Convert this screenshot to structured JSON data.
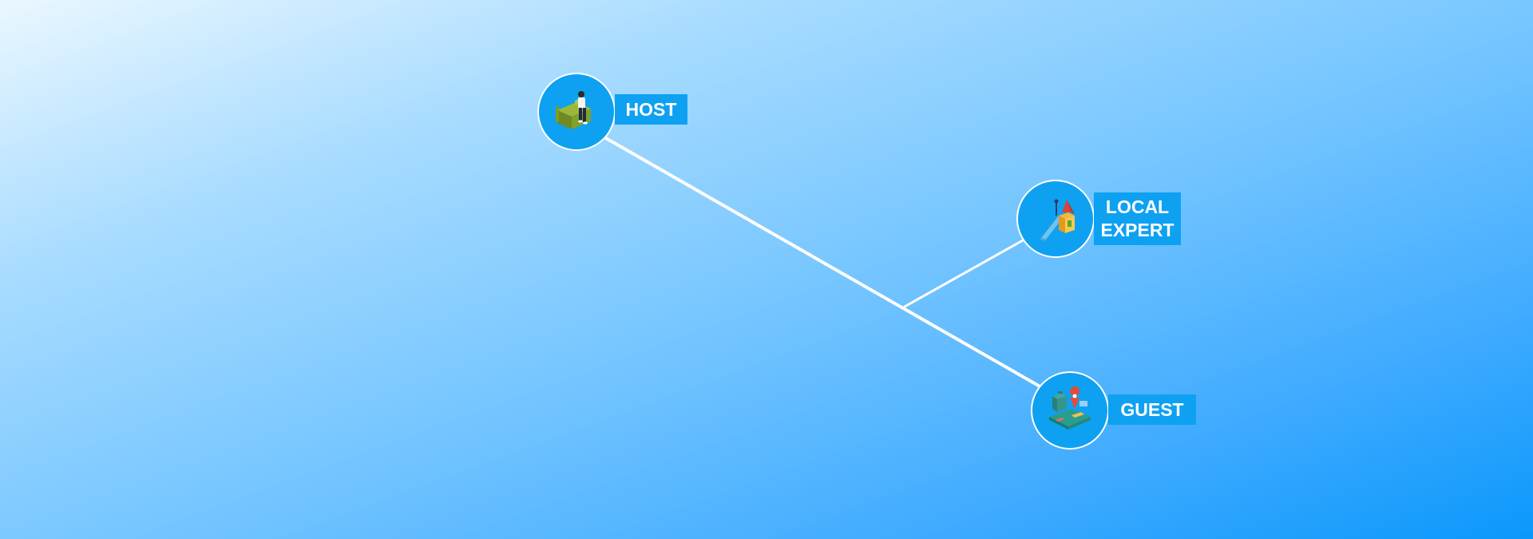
{
  "diagram": {
    "background": {
      "from": "#eaf7ff",
      "to": "#0b98fb"
    },
    "link_color": "#ffffff",
    "node_color": "#0ea1f2",
    "nodes": [
      {
        "id": "host",
        "label": "HOST",
        "icon": "person-on-sofa-icon"
      },
      {
        "id": "local-expert",
        "label": "LOCAL\nEXPERT",
        "icon": "playground-slide-icon"
      },
      {
        "id": "guest",
        "label": "GUEST",
        "icon": "travel-luggage-map-icon"
      }
    ],
    "links": [
      {
        "from": "host",
        "to": "guest"
      },
      {
        "from": "local-expert",
        "to": "host-guest-junction"
      }
    ]
  }
}
